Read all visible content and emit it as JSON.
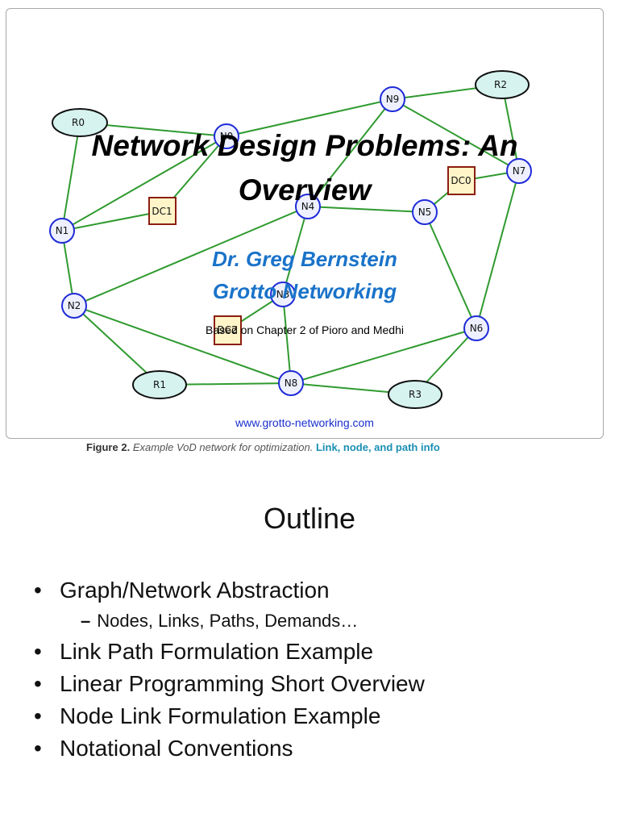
{
  "slide1": {
    "title_line1": "Network Design Problems: An",
    "title_line2": "Overview",
    "author": "Dr. Greg Bernstein",
    "org": "Grotto Networking",
    "based_on": "Based on Chapter 2 of Pioro and Medhi",
    "url": "www.grotto-networking.com",
    "caption": {
      "figure": "Figure 2.",
      "description": "Example VoD network for optimization.",
      "link": "Link, node, and path info"
    },
    "network": {
      "nodes": [
        "N0",
        "N1",
        "N2",
        "N3",
        "N4",
        "N5",
        "N6",
        "N7",
        "N8",
        "N9"
      ],
      "routers": [
        "R0",
        "R1",
        "R2",
        "R3"
      ],
      "datacenters": [
        "DC0",
        "DC1",
        "DC2"
      ],
      "colors": {
        "link": "#2f9a2f",
        "node_stroke": "#1f2bd6",
        "router_fill": "#d6f3ef",
        "dc_stroke": "#8b1e10",
        "dc_fill": "#fff5c9"
      }
    }
  },
  "slide2": {
    "title": "Outline",
    "bullets": [
      {
        "text": "Graph/Network Abstraction",
        "level": 1
      },
      {
        "text": "Nodes, Links, Paths, Demands…",
        "level": 2
      },
      {
        "text": "Link Path Formulation Example",
        "level": 1
      },
      {
        "text": "Linear Programming Short Overview",
        "level": 1
      },
      {
        "text": "Node Link Formulation Example",
        "level": 1
      },
      {
        "text": "Notational Conventions",
        "level": 1
      }
    ]
  }
}
